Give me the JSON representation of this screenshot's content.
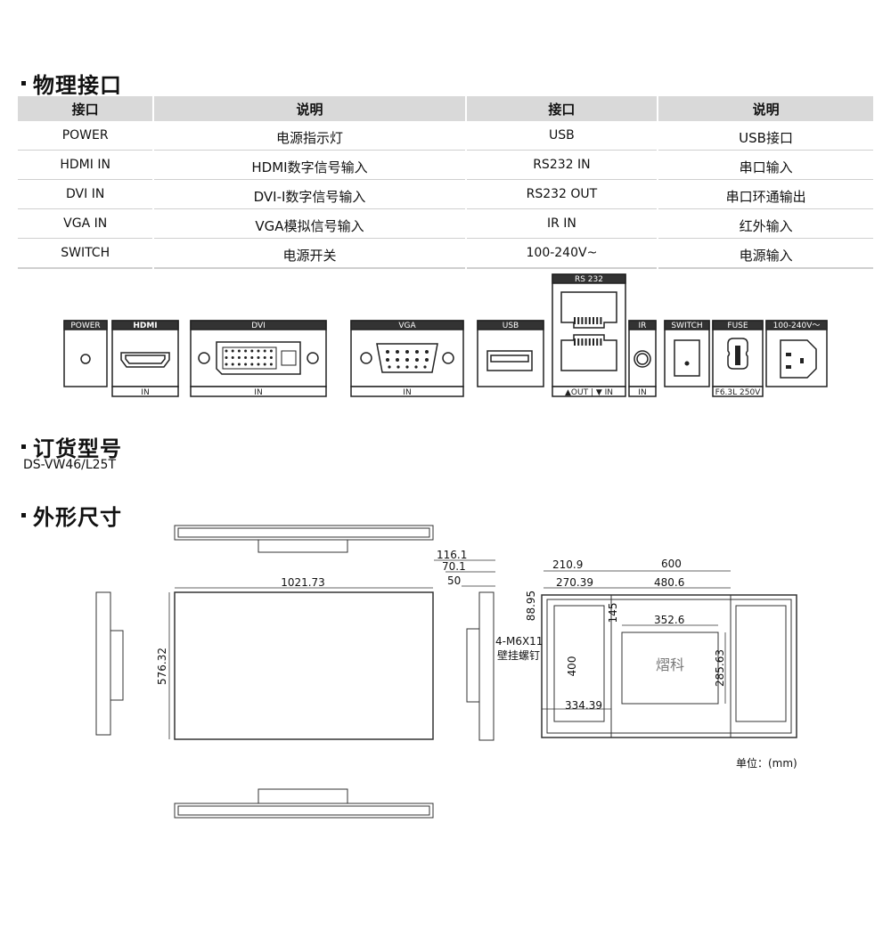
{
  "sections": {
    "interfaces_title": "物理接口",
    "model_title": "订货型号",
    "dimensions_title": "外形尺寸"
  },
  "table": {
    "headers": [
      "接口",
      "说明",
      "接口",
      "说明"
    ],
    "rows": [
      [
        "POWER",
        "电源指示灯",
        "USB",
        "USB接口"
      ],
      [
        "HDMI IN",
        "HDMI数字信号输入",
        "RS232 IN",
        "串口输入"
      ],
      [
        "DVI IN",
        "DVI-I数字信号输入",
        "RS232 OUT",
        "串口环通输出"
      ],
      [
        "VGA IN",
        "VGA模拟信号输入",
        "IR IN",
        "红外输入"
      ],
      [
        "SWITCH",
        "电源开关",
        "100-240V~",
        "电源输入"
      ]
    ]
  },
  "panel": {
    "power": "POWER",
    "hdmi": "HDMI",
    "dvi": "DVI",
    "vga": "VGA",
    "usb": "USB",
    "rs232": "RS 232",
    "ir": "IR",
    "switch": "SWITCH",
    "fuse": "FUSE",
    "ac": "100-240V～",
    "in": "IN",
    "out_in": "▲OUT | ▼ IN",
    "fuse_rating": "F6.3L 250V"
  },
  "model": "DS-VW46/L25T",
  "dimensions": {
    "width": "1021.73",
    "height": "576.32",
    "depth_total": "116.1",
    "depth_mid": "70.1",
    "depth_panel": "50",
    "screw_label_1": "4-M6X11",
    "screw_label_2": "壁挂螺钉",
    "d_210": "210.9",
    "d_600": "600",
    "d_270": "270.39",
    "d_480": "480.6",
    "d_88": "88.95",
    "d_145": "145",
    "d_352": "352.6",
    "d_400": "400",
    "d_285": "285.63",
    "d_334": "334.39",
    "logo": "熠科",
    "unit": "单位：(mm)"
  }
}
